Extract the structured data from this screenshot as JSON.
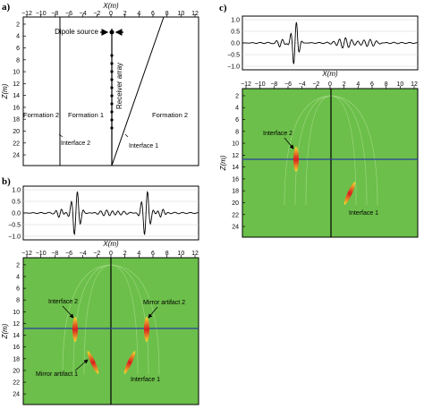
{
  "panels": {
    "a": "a)",
    "b": "b)",
    "c": "c)"
  },
  "axes": {
    "x_label": "X(m)",
    "z_label": "Z(m)",
    "x_ticks": [
      "−12",
      "−10",
      "−8",
      "−6",
      "−4",
      "−2",
      "0",
      "2",
      "4",
      "6",
      "8",
      "10",
      "12"
    ],
    "z_ticks": [
      "2",
      "4",
      "6",
      "8",
      "10",
      "12",
      "14",
      "16",
      "18",
      "20",
      "22",
      "24"
    ],
    "wave_ticks": [
      "1.0",
      "0.5",
      "0.0",
      "−0.5",
      "−1.0"
    ]
  },
  "model": {
    "formation_left": "Formation 2",
    "formation_middle": "Formation 1",
    "formation_right": "Formation 2",
    "source_label": "Dipole source",
    "receiver_label": "Receiver array",
    "interface1_label": "Interface 1",
    "interface2_label": "Interface 2"
  },
  "image_b": {
    "interface2": "Interface 2",
    "mirror2": "Mirror artifact 2",
    "mirror1": "Mirror artifact 1",
    "interface1": "Interface 1"
  },
  "image_c": {
    "interface2": "Interface 2",
    "interface1": "Interface 1"
  },
  "colors": {
    "background_field": "#6cbf4a",
    "horizontal_line": "#2a3f9e",
    "event_red": "#d81e1e",
    "event_yellow": "#f2e030",
    "event_blue": "#3b4fc2"
  }
}
